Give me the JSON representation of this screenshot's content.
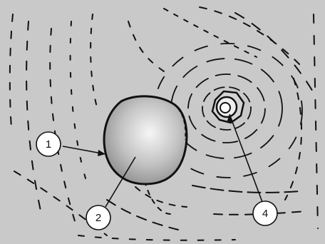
{
  "figure": {
    "background_color": "#c9c9c9",
    "line_color": "#111111",
    "part_fill_light": "#f4f4f4",
    "part_fill_dark": "#8a8a8a",
    "callouts": [
      {
        "id": "callout-1",
        "label": "1",
        "points_to": "cap-left-edge"
      },
      {
        "id": "callout-2",
        "label": "2",
        "points_to": "round-cap"
      },
      {
        "id": "callout-4",
        "label": "4",
        "points_to": "bolt-center"
      }
    ]
  }
}
